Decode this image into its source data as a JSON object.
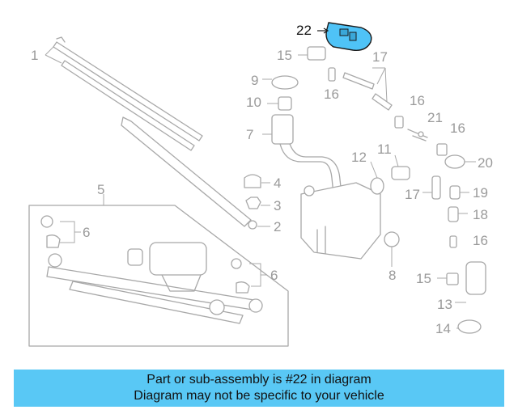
{
  "diagram": {
    "highlight_color": "#4fc3f7",
    "highlighted_part": "22",
    "callouts": [
      "22",
      "15",
      "17",
      "1",
      "9",
      "16",
      "10",
      "16",
      "21",
      "16",
      "7",
      "20",
      "12",
      "11",
      "4",
      "5",
      "17",
      "19",
      "3",
      "18",
      "6",
      "2",
      "16",
      "8",
      "6",
      "15",
      "13",
      "14"
    ]
  },
  "banner": {
    "line1": "Part or sub-assembly is #22 in diagram",
    "line2": "Diagram may not be specific to your vehicle",
    "background": "#59c8f5"
  }
}
